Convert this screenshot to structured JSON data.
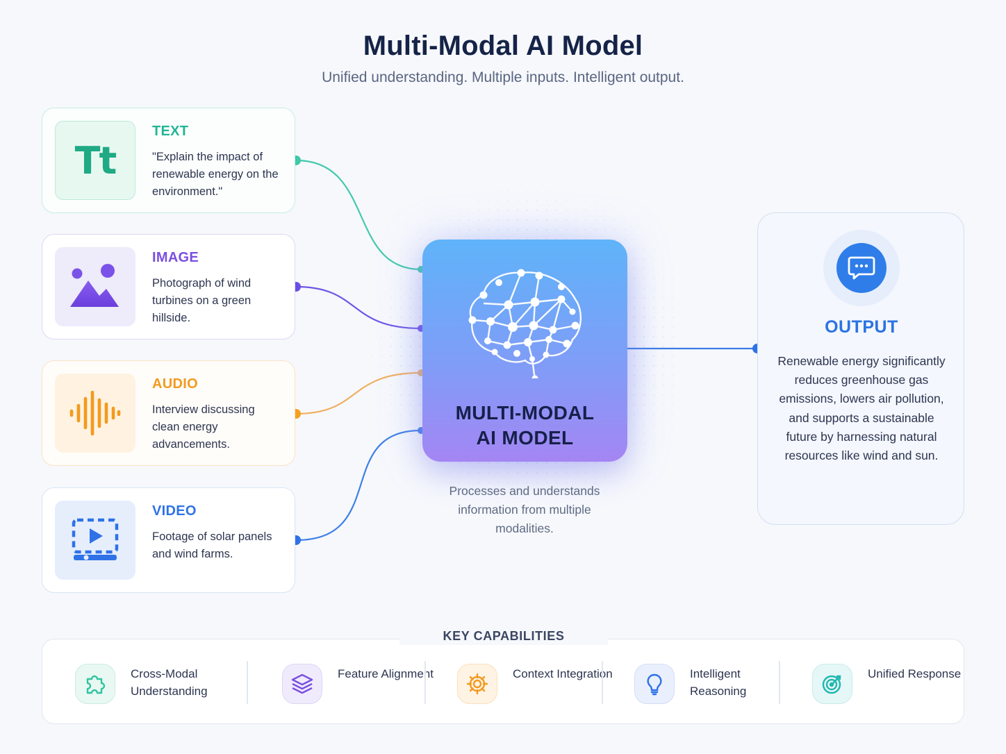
{
  "title": "Multi-Modal AI Model",
  "subtitle": "Unified understanding. Multiple inputs. Intelligent output.",
  "inputs": [
    {
      "label": "TEXT",
      "icon": "text-icon",
      "icon_glyph": "Tt",
      "description": "\"Explain the impact of renewable energy on the environment.\"",
      "color": "#2fc4a0"
    },
    {
      "label": "IMAGE",
      "icon": "image-icon",
      "description": "Photograph of wind turbines on a green hillside.",
      "color": "#7a4fe0"
    },
    {
      "label": "AUDIO",
      "icon": "audio-waveform-icon",
      "description": "Interview discussing clean energy advancements.",
      "color": "#f29a1f"
    },
    {
      "label": "VIDEO",
      "icon": "video-play-icon",
      "description": "Footage of solar panels and wind farms.",
      "color": "#2f72e8"
    }
  ],
  "model": {
    "line1": "MULTI-MODAL",
    "line2": "AI MODEL",
    "icon": "brain-network-icon",
    "caption": "Processes and understands information from multiple modalities."
  },
  "output": {
    "label": "OUTPUT",
    "icon": "chat-bubble-icon",
    "text": "Renewable energy significantly reduces greenhouse gas emissions, lowers air pollution, and supports a sustainable future by harnessing natural resources like wind and sun.",
    "color": "#2a73e3"
  },
  "capabilities": {
    "title": "KEY CAPABILITIES",
    "items": [
      {
        "label": "Cross-Modal Understanding",
        "icon": "puzzle-icon",
        "color": "#2fc4a0"
      },
      {
        "label": "Feature Alignment",
        "icon": "layers-icon",
        "color": "#7a4fe0"
      },
      {
        "label": "Context Integration",
        "icon": "gear-icon",
        "color": "#f29a1f"
      },
      {
        "label": "Intelligent Reasoning",
        "icon": "lightbulb-icon",
        "color": "#2f72e8"
      },
      {
        "label": "Unified Response",
        "icon": "target-icon",
        "color": "#1fb7b0"
      }
    ]
  }
}
